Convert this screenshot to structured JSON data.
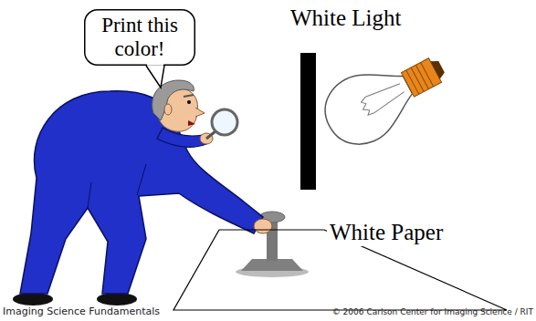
{
  "diagram": {
    "nodes": [
      {
        "text": [
          "Print this color!"
        ]
      },
      {
        "text": [
          "White Paper"
        ]
      }
    ],
    "labels": [
      "White Light",
      "Imaging Science Fundamentals",
      "© 2006 Carlson Center for Imaging Science / RIT"
    ]
  }
}
